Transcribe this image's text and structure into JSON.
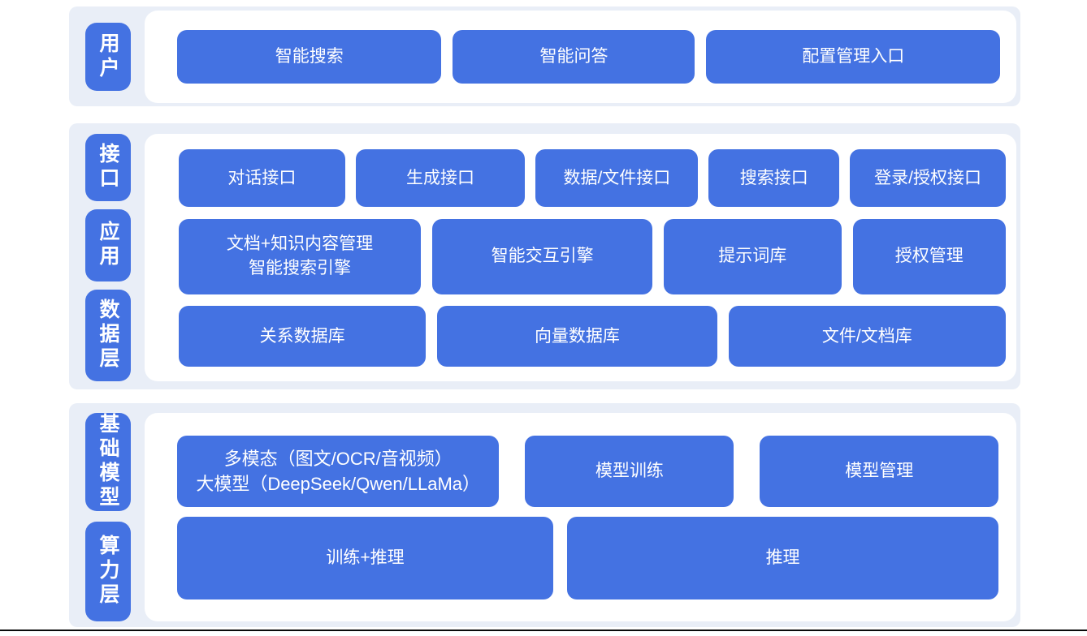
{
  "colors": {
    "accent": "#4472E2",
    "band_bg": "#E9EEF7",
    "panel_bg": "#FFFFFF",
    "text_on_accent": "#FFFFFF",
    "bottom_line": "#0A0A0A"
  },
  "layers": [
    {
      "labels": [
        "用户"
      ],
      "rows": [
        {
          "buttons": [
            {
              "lines": [
                "智能搜索"
              ]
            },
            {
              "lines": [
                "智能问答"
              ]
            },
            {
              "lines": [
                "配置管理入口"
              ]
            }
          ]
        }
      ]
    },
    {
      "labels": [
        "接口",
        "应用",
        "数据层"
      ],
      "rows": [
        {
          "buttons": [
            {
              "lines": [
                "对话接口"
              ]
            },
            {
              "lines": [
                "生成接口"
              ]
            },
            {
              "lines": [
                "数据/文件接口"
              ]
            },
            {
              "lines": [
                "搜索接口"
              ]
            },
            {
              "lines": [
                "登录/授权接口"
              ]
            }
          ]
        },
        {
          "buttons": [
            {
              "lines": [
                "文档+知识内容管理",
                "智能搜索引擎"
              ]
            },
            {
              "lines": [
                "智能交互引擎"
              ]
            },
            {
              "lines": [
                "提示词库"
              ]
            },
            {
              "lines": [
                "授权管理"
              ]
            }
          ]
        },
        {
          "buttons": [
            {
              "lines": [
                "关系数据库"
              ]
            },
            {
              "lines": [
                "向量数据库"
              ]
            },
            {
              "lines": [
                "文件/文档库"
              ]
            }
          ]
        }
      ]
    },
    {
      "labels": [
        "基础模型",
        "算力层"
      ],
      "rows": [
        {
          "buttons": [
            {
              "lines": [
                "多模态（图文/OCR/音视频）",
                "大模型（DeepSeek/Qwen/LLaMa）"
              ]
            },
            {
              "lines": [
                "模型训练"
              ]
            },
            {
              "lines": [
                "模型管理"
              ]
            }
          ]
        },
        {
          "buttons": [
            {
              "lines": [
                "训练+推理"
              ]
            },
            {
              "lines": [
                "推理"
              ]
            }
          ]
        }
      ]
    }
  ]
}
